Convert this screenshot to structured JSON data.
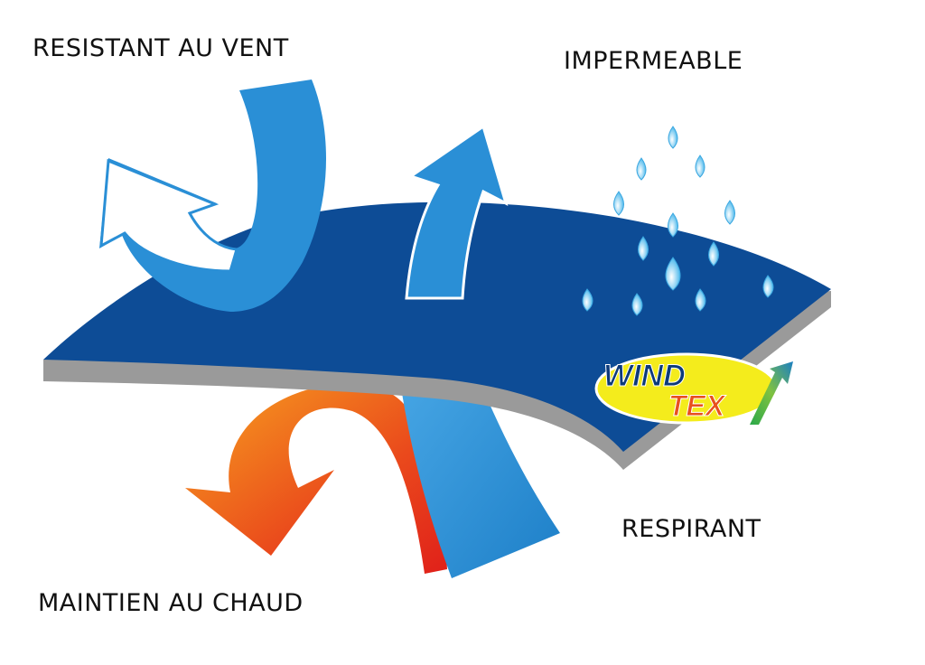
{
  "labels": {
    "wind": "RESISTANT AU VENT",
    "waterproof": "IMPERMEABLE",
    "breathable": "RESPIRANT",
    "warm": "MAINTIEN AU CHAUD"
  },
  "logo": {
    "line1": "WIND",
    "line2": "TEX"
  },
  "colors": {
    "fabric": "#0d4c96",
    "fabric_edge": "#9a9a9a",
    "arrow_blue": "#2a8fd6",
    "arrow_red": "#e3261b",
    "arrow_orange": "#f39a1e",
    "drop": "#5fc3ef",
    "logo_yellow": "#f4ec1c"
  }
}
